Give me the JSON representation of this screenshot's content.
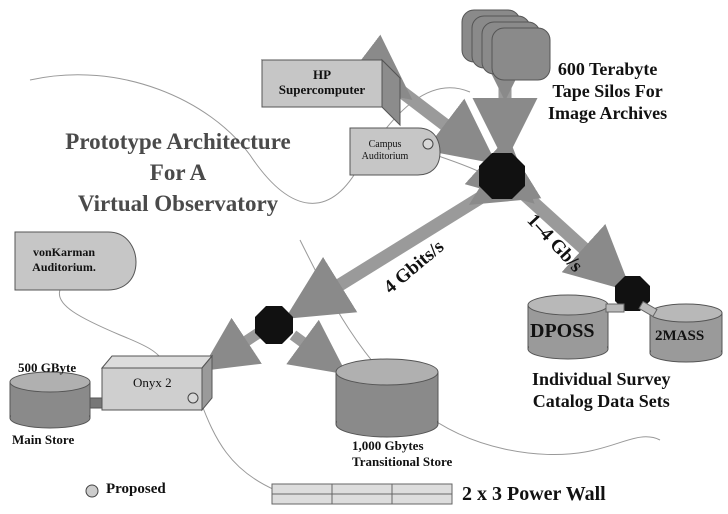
{
  "title": {
    "line1": "Prototype Architecture",
    "line2": "For A",
    "line3": "Virtual Observatory"
  },
  "tape": {
    "line1": "600 Terabyte",
    "line2": "Tape Silos For",
    "line3": "Image Archives"
  },
  "hp": {
    "line1": "HP",
    "line2": "Supercomputer"
  },
  "campus": {
    "line1": "Campus",
    "line2": "Auditorium"
  },
  "vonkarman": {
    "line1": "vonKarman",
    "line2": "Auditorium."
  },
  "links": {
    "right": "1–4 Gb/s",
    "center": "4 Gbits/s"
  },
  "surveys": {
    "dposs": "DPOSS",
    "twomass": "2MASS",
    "caption1": "Individual Survey",
    "caption2": "Catalog Data Sets"
  },
  "main_store": {
    "size": "500 GByte",
    "label": "Main Store"
  },
  "onyx": "Onyx 2",
  "transitional": {
    "line1": "1,000 Gbytes",
    "line2": "Transitional Store"
  },
  "legend": {
    "proposed": "Proposed"
  },
  "power_wall": "2 x 3 Power Wall",
  "colors": {
    "node": "#111111",
    "box": "#c6c6c6",
    "cylinder": "#8a8a8a",
    "arrow": "#9a9a9a",
    "title": "#4a4a4a"
  }
}
